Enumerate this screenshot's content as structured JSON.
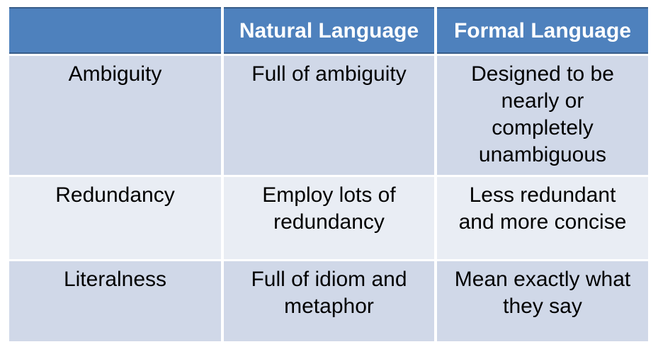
{
  "table": {
    "columns": [
      "",
      "Natural Language",
      "Formal Language"
    ],
    "rows": [
      {
        "label": "Ambiguity",
        "natural": "Full of ambiguity",
        "formal": "Designed to be\nnearly or\ncompletely\nunambiguous"
      },
      {
        "label": "Redundancy",
        "natural": "Employ lots of\nredundancy",
        "formal": "Less redundant\nand more concise"
      },
      {
        "label": "Literalness",
        "natural": "Full of idiom and\nmetaphor",
        "formal": "Mean exactly what\nthey say"
      }
    ],
    "colors": {
      "header_bg": "#4E81BD",
      "header_border": "#385D8A",
      "header_text": "#FFFFFF",
      "row_band_dark": "#D0D8E8",
      "row_band_light": "#E9EDF4",
      "body_text": "#000000",
      "cell_gap": "#FFFFFF"
    }
  }
}
